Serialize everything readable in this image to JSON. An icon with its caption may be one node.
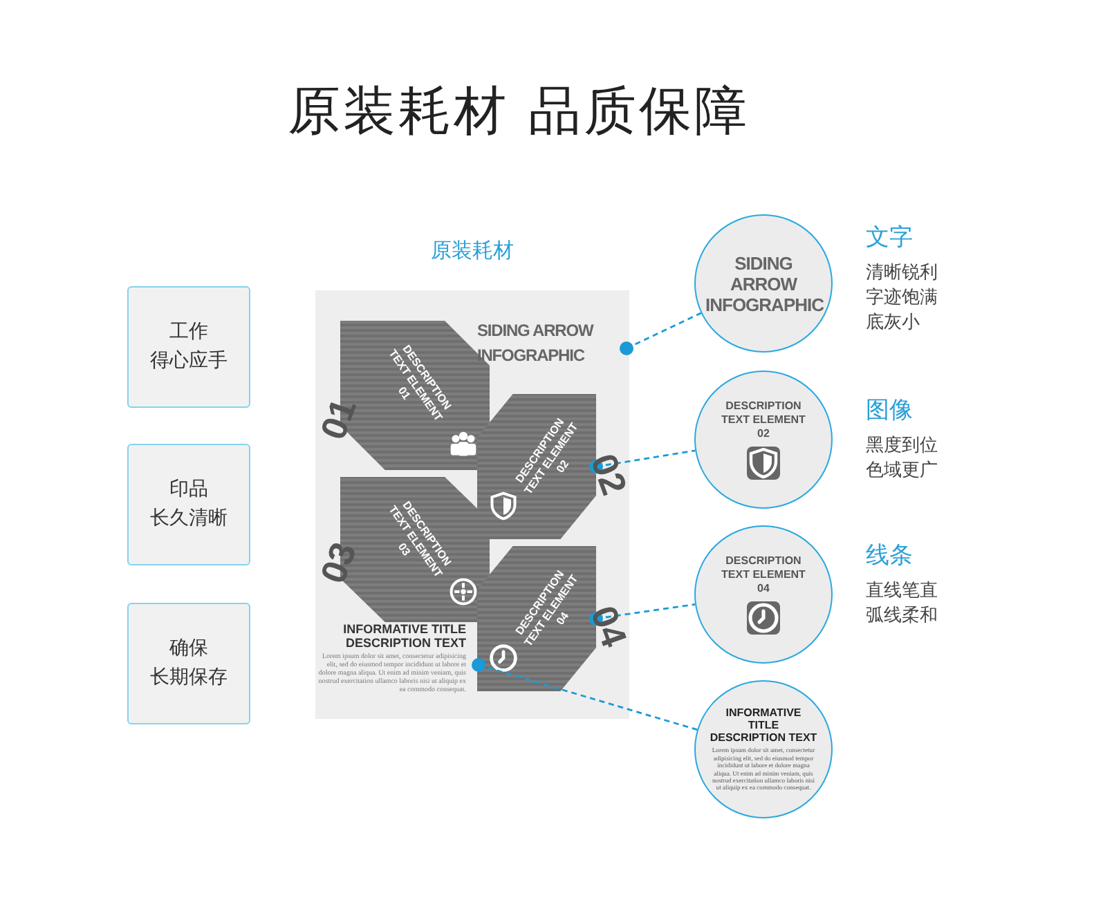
{
  "diagram": {
    "title": "原装耗材 品质保障",
    "nodes": [
      {
        "text": [
          "工作",
          "得心应手"
        ]
      },
      {
        "text": [
          "印品",
          "长久清晰"
        ]
      },
      {
        "text": [
          "确保",
          "长期保存"
        ]
      },
      {
        "text": [
          "原装耗材"
        ]
      },
      {
        "text": [
          "SIDING ARROW INFOGRAPHIC"
        ],
        "in": 3
      },
      {
        "text": [
          "DESCRIPTION TEXT ELEMENT 01"
        ],
        "in": 3,
        "beside": [
          "01"
        ]
      },
      {
        "text": [
          "DESCRIPTION TEXT ELEMENT 02"
        ],
        "in": 3,
        "beside": [
          "02"
        ]
      },
      {
        "text": [
          "DESCRIPTION TEXT ELEMENT 03"
        ],
        "in": 3,
        "beside": [
          "03"
        ]
      },
      {
        "text": [
          "DESCRIPTION TEXT ELEMENT 04"
        ],
        "in": 3,
        "beside": [
          "04"
        ]
      },
      {
        "text": [
          "INFORMATIVE TITLE DESCRIPTION TEXT",
          "Lorem ipsum dolor sit amet, consectetur adipisicing elit, sed do eiusmod tempor incididunt ut labore et dolore magna aliqua. Ut enim ad minim veniam, quis nostrud exercitation ullamco laboris nisi ut aliquip ex ea commodo consequat."
        ],
        "in": 3
      },
      {
        "text": [
          "SIDING ARROW INFOGRAPHIC"
        ],
        "beside": [
          "文字",
          "清晰锐利",
          "字迹饱满",
          "底灰小"
        ]
      },
      {
        "text": [
          "DESCRIPTION TEXT ELEMENT 02"
        ],
        "beside": [
          "图像",
          "黑度到位",
          "色域更广"
        ]
      },
      {
        "text": [
          "DESCRIPTION TEXT ELEMENT 04"
        ],
        "beside": [
          "线条",
          "直线笔直",
          "弧线柔和"
        ]
      },
      {
        "text": [
          "INFORMATIVE TITLE DESCRIPTION TEXT",
          "Lorem ipsum dolor sit amet, consectetur adipisicing elit, sed do eiusmod tempor incididunt ut labore et dolore magna aliqua. Ut enim ad minim veniam, quis nostrud exercitation ullamco laboris nisi ut aliquip ex ea commodo consequat."
        ]
      }
    ],
    "edges": [
      {
        "from": 4,
        "to": 10,
        "arrow": "other",
        "style": "dashed"
      },
      {
        "from": 6,
        "to": 11,
        "arrow": "other",
        "style": "dashed"
      },
      {
        "from": 8,
        "to": 12,
        "arrow": "other",
        "style": "dashed"
      },
      {
        "from": 9,
        "to": 13,
        "arrow": "other",
        "style": "dashed"
      }
    ]
  }
}
